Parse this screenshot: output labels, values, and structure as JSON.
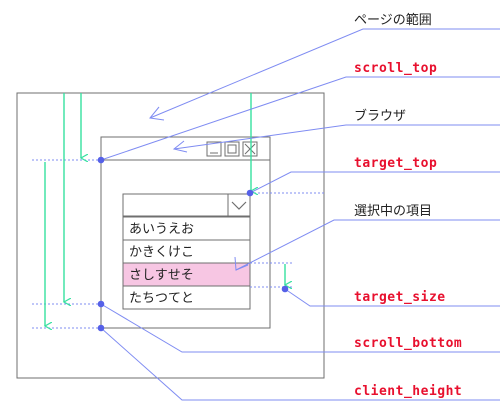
{
  "labels": {
    "page_range": "ページの範囲",
    "scroll_top": "scroll_top",
    "browser": "ブラウザ",
    "target_top": "target_top",
    "selected_item": "選択中の項目",
    "target_size": "target_size",
    "scroll_bottom": "scroll_bottom",
    "client_height": "client_height"
  },
  "list_items": [
    {
      "text": "あいうえお",
      "selected": false
    },
    {
      "text": "かきくけこ",
      "selected": false
    },
    {
      "text": "さしすせそ",
      "selected": true
    },
    {
      "text": "たちつてと",
      "selected": false
    }
  ],
  "colors": {
    "outline": "#6f6f6f",
    "leader_line": "#7f8cf2",
    "arrow": "#36e0a0",
    "dot": "#5560e8",
    "highlight": "#f7c6e3",
    "red_label": "#e8102e"
  },
  "icons": [
    "minimize-icon",
    "maximize-icon",
    "close-icon",
    "chevron-down-icon"
  ]
}
